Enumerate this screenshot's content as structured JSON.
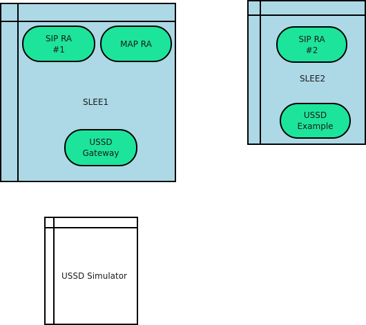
{
  "colors": {
    "container_fill": "#add8e6",
    "node_fill": "#1de49b",
    "sim_fill": "#ffffff",
    "stroke": "#000000"
  },
  "containers": {
    "slee1": {
      "label": "SLEE1"
    },
    "slee2": {
      "label": "SLEE2"
    },
    "ussd_simulator": {
      "label": "USSD Simulator"
    }
  },
  "nodes": {
    "sip_ra_1": "SIP RA\n#1",
    "map_ra": "MAP RA",
    "ussd_gateway": "USSD\nGateway",
    "sip_ra_2": "SIP RA\n#2",
    "ussd_example": "USSD\nExample"
  }
}
